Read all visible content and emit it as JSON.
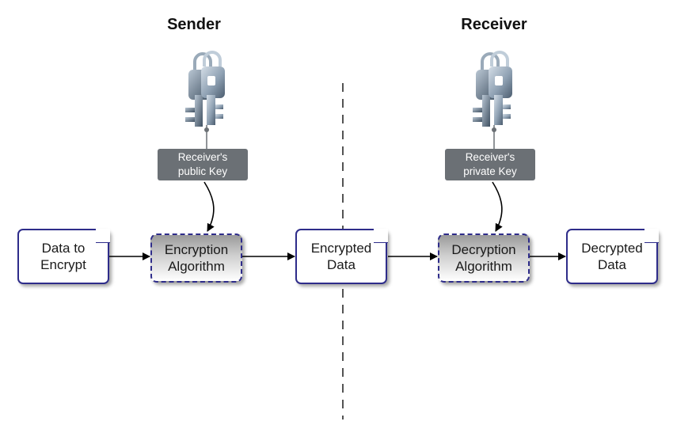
{
  "titles": {
    "sender": "Sender",
    "receiver": "Receiver"
  },
  "nodes": {
    "data_to_encrypt": "Data to\nEncrypt",
    "encryption_algorithm": "Encryption\nAlgorithm",
    "encrypted_data": "Encrypted\nData",
    "decryption_algorithm": "Decryption\nAlgorithm",
    "decrypted_data": "Decrypted\nData"
  },
  "keys": {
    "public_key_label": "Receiver's\npublic Key",
    "private_key_label": "Receiver's\nprivate Key"
  },
  "colors": {
    "border": "#2e2c8a",
    "key_tag": "#6b7075",
    "key_light": "#c7d3de",
    "key_dark": "#5b6b7c"
  },
  "icons": {
    "key": "key-pair-icon",
    "arrow": "arrow-right-icon",
    "divider": "dashed-divider"
  }
}
